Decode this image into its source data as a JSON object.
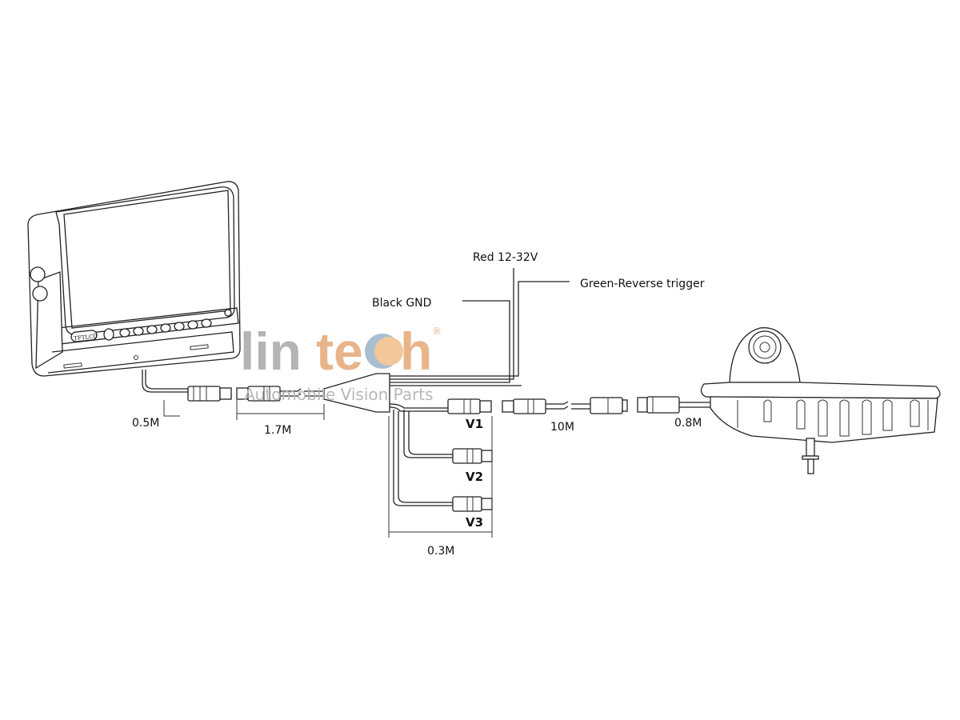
{
  "diagram": {
    "monitor": {
      "brand_label": "TFTLCD"
    },
    "wires": {
      "red": "Red  12-32V",
      "black": "Black GND",
      "green": "Green-Reverse trigger"
    },
    "lengths": {
      "monitor_cable": "0.5M",
      "extension": "1.7M",
      "video_branches": "0.3M",
      "camera_extension": "10M",
      "camera_cable": "0.8M"
    },
    "video_inputs": [
      "V1",
      "V2",
      "V3"
    ]
  },
  "watermark": {
    "brand": "lintech",
    "tagline": "Automobile Vision Parts",
    "registered": "®",
    "colors": {
      "gray": "#b4b4b4",
      "orange": "#e8b48a",
      "blue": "#a9bfd0"
    }
  }
}
